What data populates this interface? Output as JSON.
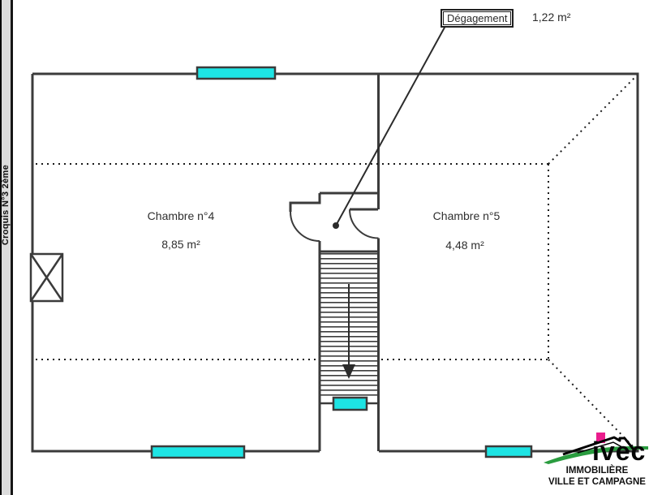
{
  "sidebar": {
    "label": "Croquis N°3 2ème"
  },
  "callout": {
    "label": "Dégagement",
    "area": "1,22 m²"
  },
  "rooms": [
    {
      "name": "Chambre n°4",
      "area": "8,85 m²"
    },
    {
      "name": "Chambre n°5",
      "area": "4,48 m²"
    }
  ],
  "logo": {
    "brand": "ivec",
    "tagline1": "IMMOBILIÈRE",
    "tagline2": "VILLE ET CAMPAGNE"
  },
  "colors": {
    "wall": "#3b3b3b",
    "window_fill": "#1de4e4",
    "dashed": "#1a1a1a",
    "logo_green": "#2a9c3f",
    "logo_magenta": "#ea1d8d"
  }
}
